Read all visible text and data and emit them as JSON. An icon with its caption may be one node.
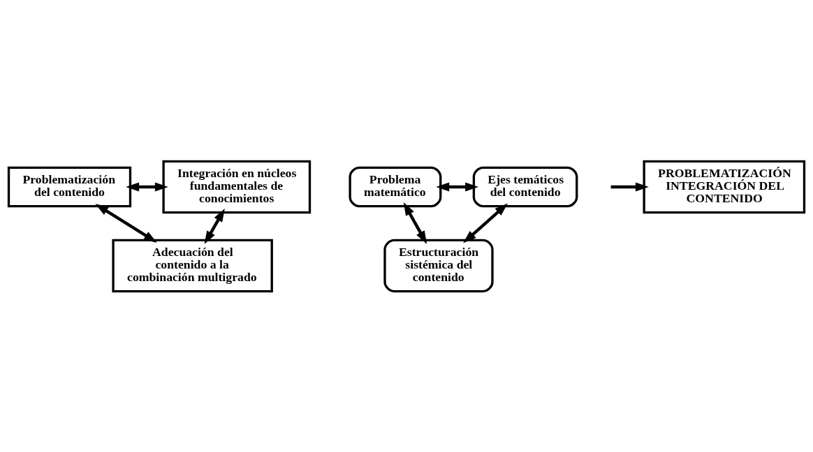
{
  "diagram": {
    "nodes": [
      {
        "text": [
          "Problematización del contenido"
        ]
      },
      {
        "text": [
          "Integración en núcleos fundamentales de conocimientos"
        ]
      },
      {
        "text": [
          "Problema matemático"
        ]
      },
      {
        "text": [
          "Ejes temáticos del contenido"
        ]
      },
      {
        "text": [
          "PROBLEMATIZACIÓN INTEGRACIÓN DEL CONTENIDO"
        ]
      },
      {
        "text": [
          "Estructuración sistémica del contenido"
        ]
      },
      {
        "text": [
          "Adecuación del contenido a la combinación multigrado"
        ]
      }
    ],
    "edges": [
      {
        "from": 0,
        "to": 1,
        "arrow": "both"
      },
      {
        "from": 2,
        "to": 3,
        "arrow": "both"
      },
      {
        "from": 2,
        "to": 5,
        "arrow": "both"
      },
      {
        "from": 3,
        "to": 5,
        "arrow": "both"
      },
      {
        "from": null,
        "to": 4,
        "arrow": "to"
      },
      {
        "from": 0,
        "to": 6,
        "arrow": "both"
      },
      {
        "from": 1,
        "to": 6,
        "arrow": "both"
      }
    ]
  }
}
